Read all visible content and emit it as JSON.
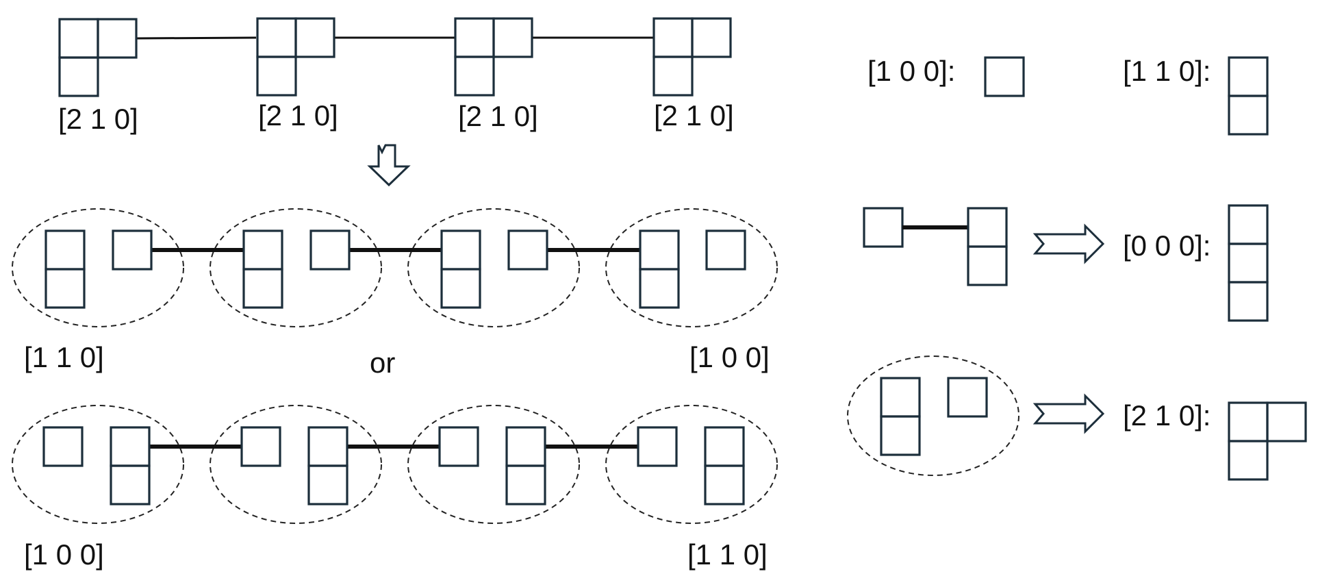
{
  "colors": {
    "box_stroke": "#1c2e3b",
    "line": "#111111",
    "background": "#ffffff"
  },
  "top_chain": {
    "labels": [
      "[2 1 0]",
      "[2 1 0]",
      "[2 1 0]",
      "[2 1 0]"
    ]
  },
  "down_arrow": {
    "icon": "hollow-down-arrow"
  },
  "option_a": {
    "left_label": "[1 1 0]",
    "right_label": "[1 0 0]"
  },
  "separator": {
    "text": "or"
  },
  "option_b": {
    "left_label": "[1 0 0]",
    "right_label": "[1 1 0]"
  },
  "legend": {
    "item_100": {
      "label": "[1 0 0]:"
    },
    "item_110": {
      "label": "[1 1 0]:"
    },
    "rule_bond": {
      "result_label": "[0 0 0]:",
      "arrow_icon": "hollow-right-arrow"
    },
    "rule_pair": {
      "result_label": "[2 1 0]:",
      "arrow_icon": "hollow-right-arrow"
    }
  }
}
